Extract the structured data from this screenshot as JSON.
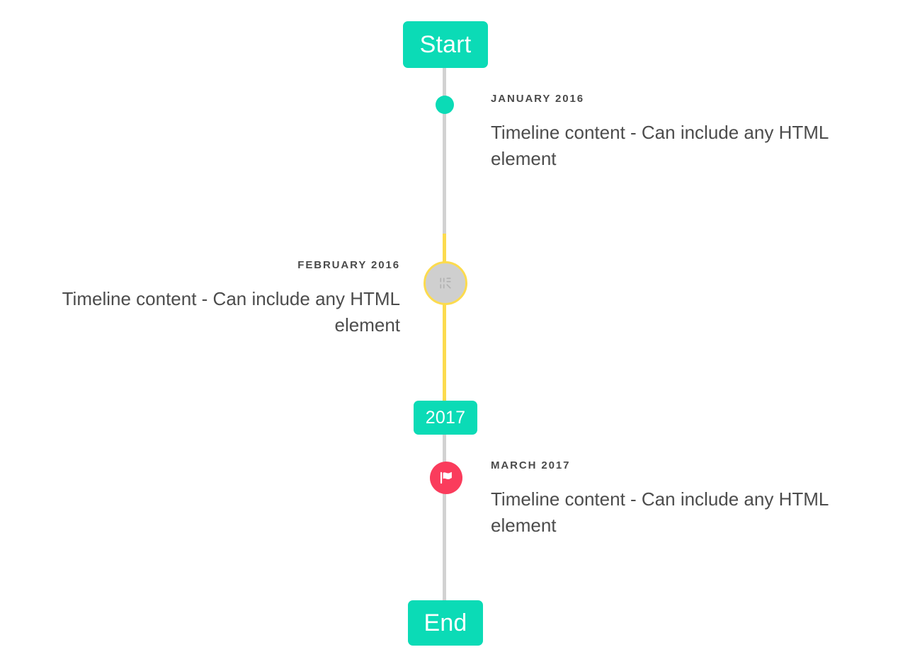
{
  "timeline": {
    "start_label": "Start",
    "end_label": "End",
    "year_divider_label": "2017",
    "colors": {
      "accent_teal": "#0BDBB6",
      "line_gray": "#D2D2D2",
      "line_highlight_yellow": "#FCDB4E",
      "marker_pink": "#FA3C5C",
      "marker_gray": "#CFCFCF",
      "text_dark": "#4C4C4C",
      "background": "#FFFFFF"
    },
    "entries": [
      {
        "date": "January 2016",
        "body": "Timeline content - Can include any HTML element",
        "side": "right",
        "marker": "dot-icon"
      },
      {
        "date": "February 2016",
        "body": "Timeline content - Can include any HTML element",
        "side": "left",
        "marker": "broken-image-icon"
      },
      {
        "date": "March 2017",
        "body": "Timeline content - Can include any HTML element",
        "side": "right",
        "marker": "flag-icon"
      }
    ]
  }
}
